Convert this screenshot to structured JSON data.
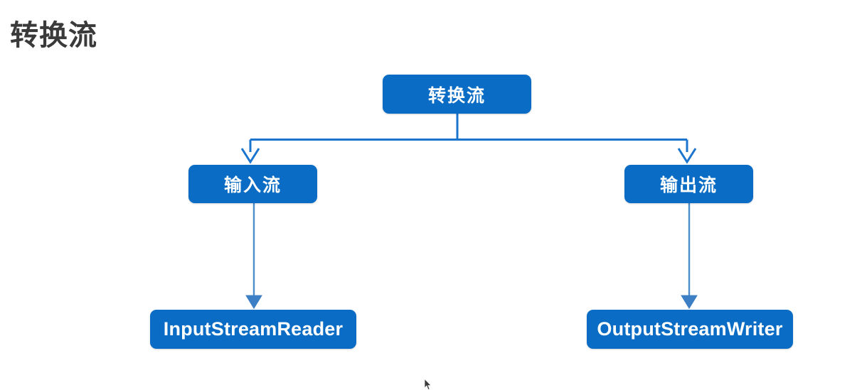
{
  "page": {
    "title": "转换流",
    "title_color": "#3a3a3a",
    "background": "#ffffff"
  },
  "diagram": {
    "type": "tree-hierarchy",
    "node_fill": "#0a6cc4",
    "node_text_color": "#ffffff",
    "connector_color_primary": "#1b75cf",
    "connector_color_secondary": "#4a8ecb",
    "nodes": {
      "root": {
        "label": "转换流"
      },
      "input": {
        "label": "输入流"
      },
      "output": {
        "label": "输出流"
      },
      "isr": {
        "label": "InputStreamReader"
      },
      "osw": {
        "label": "OutputStreamWriter"
      }
    },
    "edges": [
      {
        "from": "root",
        "to": "input",
        "style": "elbow-open-arrow"
      },
      {
        "from": "root",
        "to": "output",
        "style": "elbow-open-arrow"
      },
      {
        "from": "input",
        "to": "isr",
        "style": "straight-filled-arrow"
      },
      {
        "from": "output",
        "to": "osw",
        "style": "straight-filled-arrow"
      }
    ]
  },
  "pointer": {
    "icon": "mouse-cursor-icon"
  }
}
